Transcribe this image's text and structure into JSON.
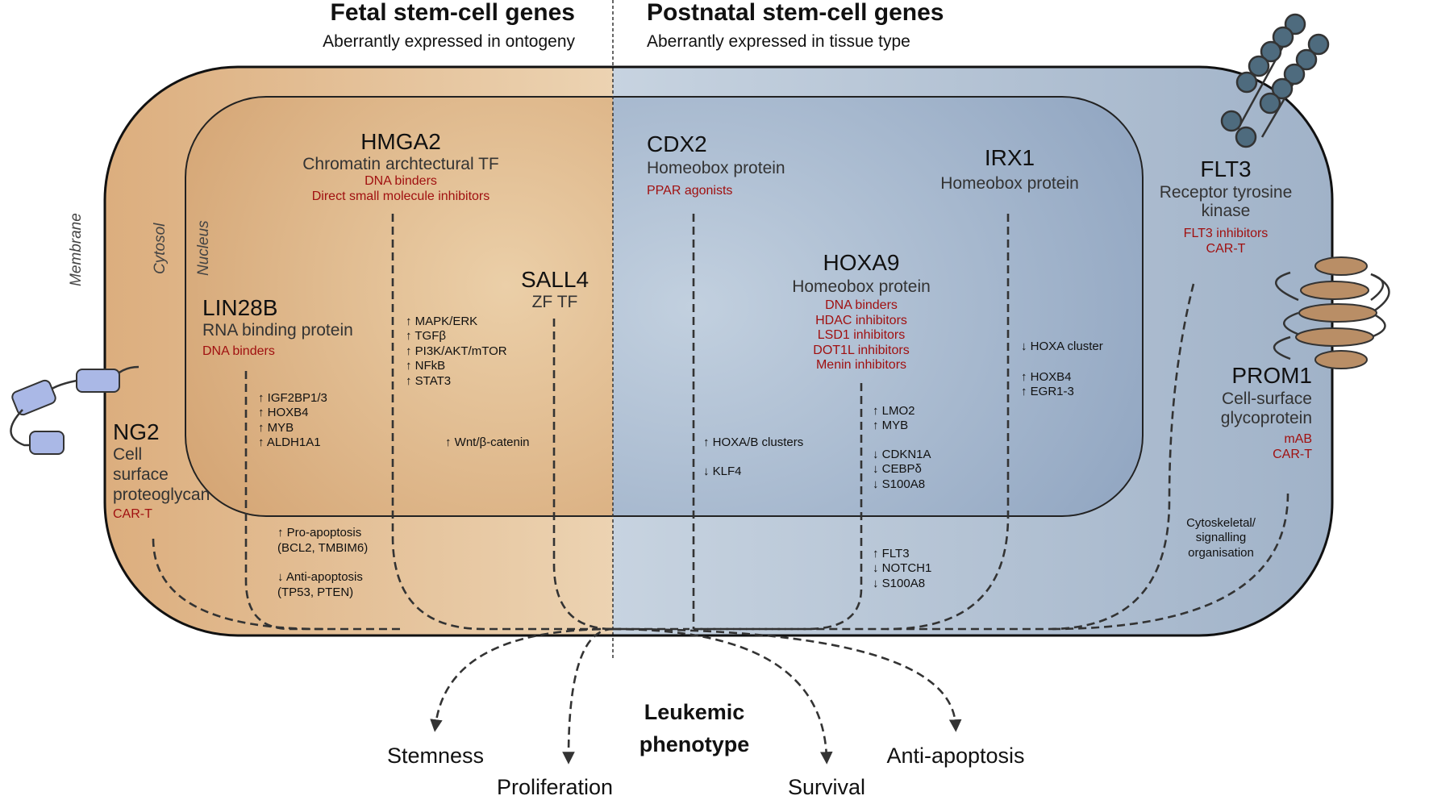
{
  "header": {
    "fetal_title": "Fetal stem-cell genes",
    "fetal_sub": "Aberrantly expressed in ontogeny",
    "postnatal_title": "Postnatal stem-cell genes",
    "postnatal_sub": "Aberrantly expressed in tissue type"
  },
  "regions": {
    "membrane": "Membrane",
    "cytosol": "Cytosol",
    "nucleus": "Nucleus"
  },
  "colors": {
    "fetal": "#dcae7e",
    "postnatal": "#a2b2c8",
    "drug_text": "#a01010",
    "outline": "#222222"
  },
  "genes": {
    "hmga2": {
      "name": "HMGA2",
      "desc": "Chromatin archtectural TF",
      "drugs": [
        "DNA binders",
        "Direct small molecule inhibitors"
      ]
    },
    "lin28b": {
      "name": "LIN28B",
      "desc": "RNA binding protein",
      "drugs": [
        "DNA binders"
      ]
    },
    "sall4": {
      "name": "SALL4",
      "desc": "ZF TF"
    },
    "ng2": {
      "name": "NG2",
      "desc": [
        "Cell",
        "surface",
        "proteoglycan"
      ],
      "drugs": [
        "CAR-T"
      ]
    },
    "cdx2": {
      "name": "CDX2",
      "desc": "Homeobox protein",
      "drugs": [
        "PPAR agonists"
      ]
    },
    "irx1": {
      "name": "IRX1",
      "desc": "Homeobox protein"
    },
    "hoxa9": {
      "name": "HOXA9",
      "desc": "Homeobox protein",
      "drugs": [
        "DNA binders",
        "HDAC inhibitors",
        "LSD1 inhibitors",
        "DOT1L inhibitors",
        "Menin inhibitors"
      ]
    },
    "flt3": {
      "name": "FLT3",
      "desc": [
        "Receptor tyrosine",
        "kinase"
      ],
      "drugs": [
        "FLT3 inhibitors",
        "CAR-T"
      ]
    },
    "prom1": {
      "name": "PROM1",
      "desc": [
        "Cell-surface",
        "glycoprotein"
      ],
      "drugs": [
        "mAB",
        "CAR-T"
      ]
    }
  },
  "effects": {
    "hmga2": [
      "↑ MAPK/ERK",
      "↑ TGFβ",
      "↑ PI3K/AKT/mTOR",
      "↑ NFkB",
      "↑ STAT3"
    ],
    "lin28b": [
      "↑ IGF2BP1/3",
      "↑ HOXB4",
      "↑ MYB",
      "↑ ALDH1A1"
    ],
    "sall4": [
      "↑ Wnt/β-catenin"
    ],
    "apoptosis": [
      "↑ Pro-apoptosis",
      "(BCL2, TMBIM6)",
      "↓ Anti-apoptosis",
      "(TP53, PTEN)"
    ],
    "cdx2": [
      "↑ HOXA/B clusters",
      "↓ KLF4"
    ],
    "hoxa9_nuclear": [
      "↑ LMO2",
      "↑ MYB",
      "↓ CDKN1A",
      "↓ CEBPδ",
      "↓ S100A8"
    ],
    "hoxa9_cytosol": [
      "↑ FLT3",
      "↓ NOTCH1",
      "↓ S100A8"
    ],
    "irx1": [
      "↓ HOXA cluster",
      "↑ HOXB4",
      "↑ EGR1-3"
    ],
    "prom1": [
      "Cytoskeletal/",
      "signalling",
      "organisation"
    ]
  },
  "phenotype": {
    "label_line1": "Leukemic",
    "label_line2": "phenotype",
    "outcomes": [
      "Stemness",
      "Proliferation",
      "Survival",
      "Anti-apoptosis"
    ]
  }
}
